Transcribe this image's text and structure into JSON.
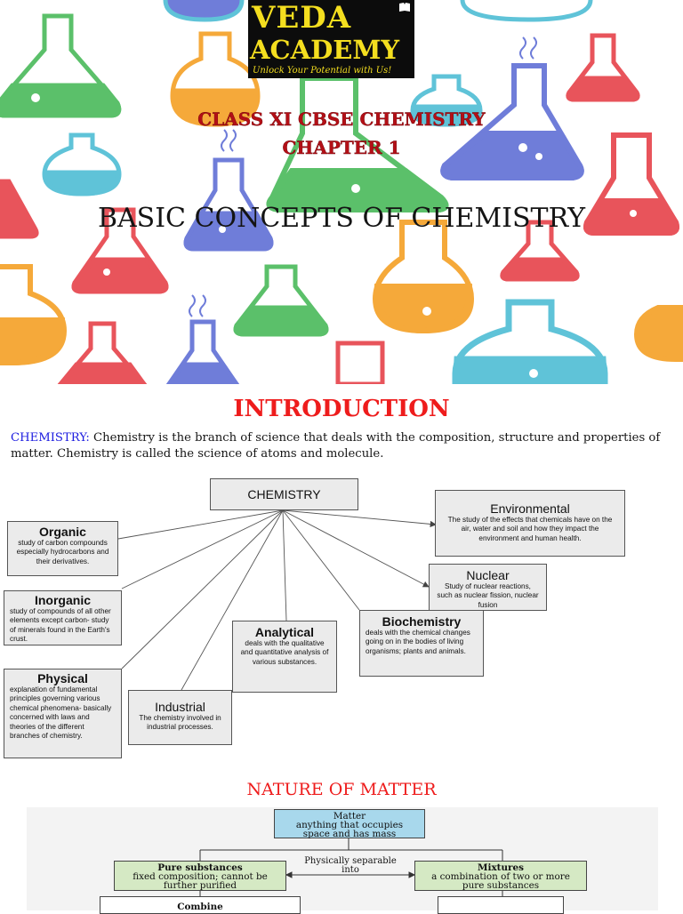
{
  "header": {
    "logo_line1": "VEDA",
    "logo_line2": "ACADEMY",
    "logo_tagline": "Unlock Your Potential with Us!",
    "class_line": "CLASS XI CBSE CHEMISTRY",
    "chapter_line": "CHAPTER 1",
    "title": "BASIC CONCEPTS OF CHEMISTRY"
  },
  "intro": {
    "heading": "INTRODUCTION",
    "keyword": "CHEMISTRY:",
    "text": " Chemistry is the branch of science that deals with the composition, structure and properties of matter. Chemistry is called the science of atoms and molecule."
  },
  "diagram": {
    "root": "CHEMISTRY",
    "branches": {
      "organic": {
        "title": "Organic",
        "desc": "study of carbon compounds especially hydrocarbons and their derivatives."
      },
      "inorganic": {
        "title": "Inorganic",
        "desc": "study of compounds of all other elements except carbon- study of minerals found in the Earth's crust."
      },
      "physical": {
        "title": "Physical",
        "desc": "explanation of fundamental principles governing various chemical phenomena- basically concerned with laws and theories of the different branches of chemistry."
      },
      "industrial": {
        "title": "Industrial",
        "desc": "The chemistry involved in industrial processes."
      },
      "analytical": {
        "title": "Analytical",
        "desc": "deals with the qualitative and quantitative analysis of various substances."
      },
      "biochemistry": {
        "title": "Biochemistry",
        "desc": "deals with the chemical changes going on in the bodies of living organisms; plants and animals."
      },
      "nuclear": {
        "title": "Nuclear",
        "desc": "Study of nuclear reactions, such as nuclear fission, nuclear fusion"
      },
      "environmental": {
        "title": "Environmental",
        "desc": "The study of the effects that chemicals have on the air, water and soil and how they impact the environment and human health."
      }
    }
  },
  "nature": {
    "heading": "NATURE OF MATTER",
    "matter_title": "Matter",
    "matter_desc": "anything that occupies space and has mass",
    "pure_title": "Pure substances",
    "pure_desc": "fixed composition; cannot be further purified",
    "separation_label": "Physically separable into",
    "mixture_title": "Mixtures",
    "mixture_desc": "a combination of two or more pure substances",
    "combine_label": "Combine"
  },
  "colors": {
    "flask_green": "#5bc06a",
    "flask_red": "#e8545b",
    "flask_orange": "#f5a93a",
    "flask_blue": "#5fc3d8",
    "flask_purple": "#6f7dd9",
    "title_red": "#b40f16",
    "heading_red": "#ee1c1c",
    "keyword_blue": "#1c1ce0",
    "logo_yellow": "#f4de1f",
    "matter_box_blue": "#a8d8ec",
    "pure_box_green": "#d5e9c4"
  }
}
